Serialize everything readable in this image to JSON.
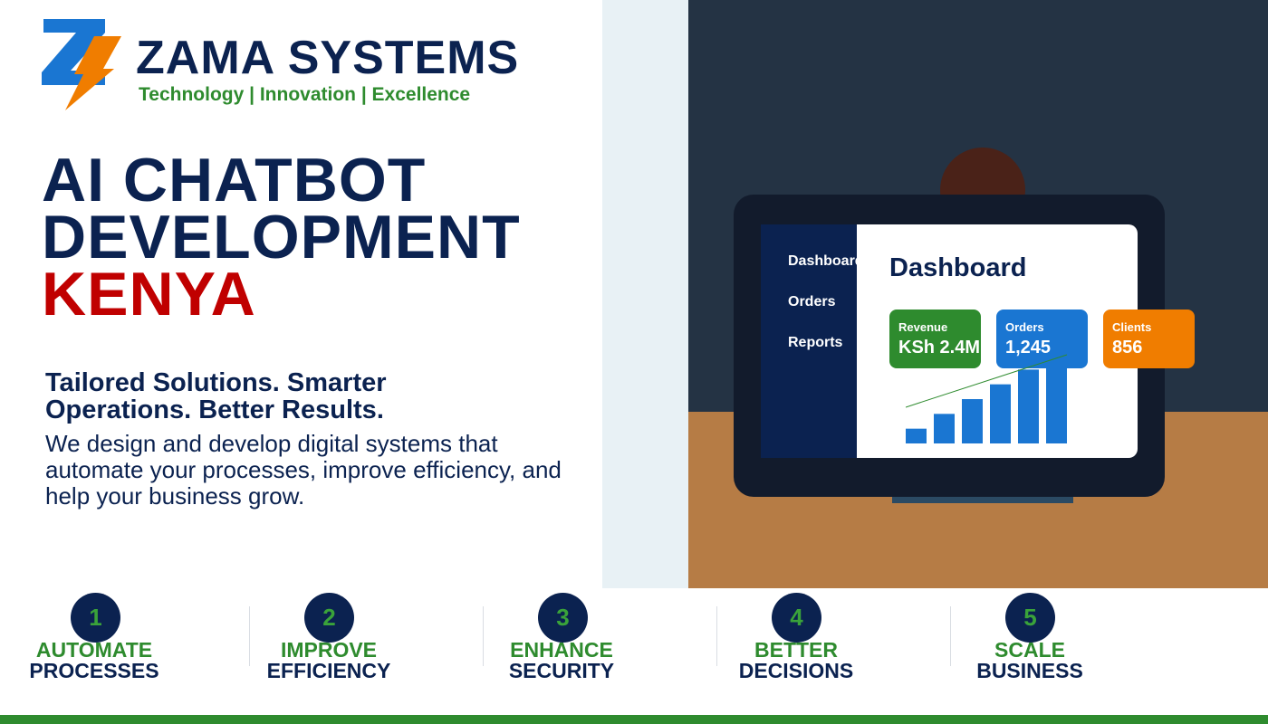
{
  "brand": {
    "name": "ZAMA SYSTEMS",
    "tagline": "Technology | Innovation | Excellence",
    "colors": {
      "navy": "#0b2250",
      "green": "#2e8b2e",
      "red": "#c00000",
      "orange": "#f07d00",
      "blue": "#1a76d2"
    }
  },
  "hero": {
    "line1": "AI CHATBOT",
    "line2": "DEVELOPMENT",
    "line3": "KENYA",
    "subheading": "Tailored Solutions. Smarter Operations. Better Results.",
    "description": "We design and develop digital systems that automate your processes, improve efficiency, and help your business grow."
  },
  "illustration": {
    "sidebar": [
      "Dashboard",
      "Orders",
      "Reports"
    ],
    "title": "Dashboard",
    "cards": [
      {
        "label": "Revenue",
        "value": "KSh 2.4M",
        "color": "#2e8b2e"
      },
      {
        "label": "Orders",
        "value": "1,245",
        "color": "#1a76d2"
      },
      {
        "label": "Clients",
        "value": "856",
        "color": "#f07d00"
      }
    ],
    "bars": [
      1,
      2,
      3,
      4,
      5,
      6
    ]
  },
  "benefits": [
    {
      "number": "1",
      "line1": "AUTOMATE",
      "line2": "PROCESSES"
    },
    {
      "number": "2",
      "line1": "IMPROVE",
      "line2": "EFFICIENCY"
    },
    {
      "number": "3",
      "line1": "ENHANCE",
      "line2": "SECURITY"
    },
    {
      "number": "4",
      "line1": "BETTER",
      "line2": "DECISIONS"
    },
    {
      "number": "5",
      "line1": "SCALE",
      "line2": "BUSINESS"
    }
  ]
}
